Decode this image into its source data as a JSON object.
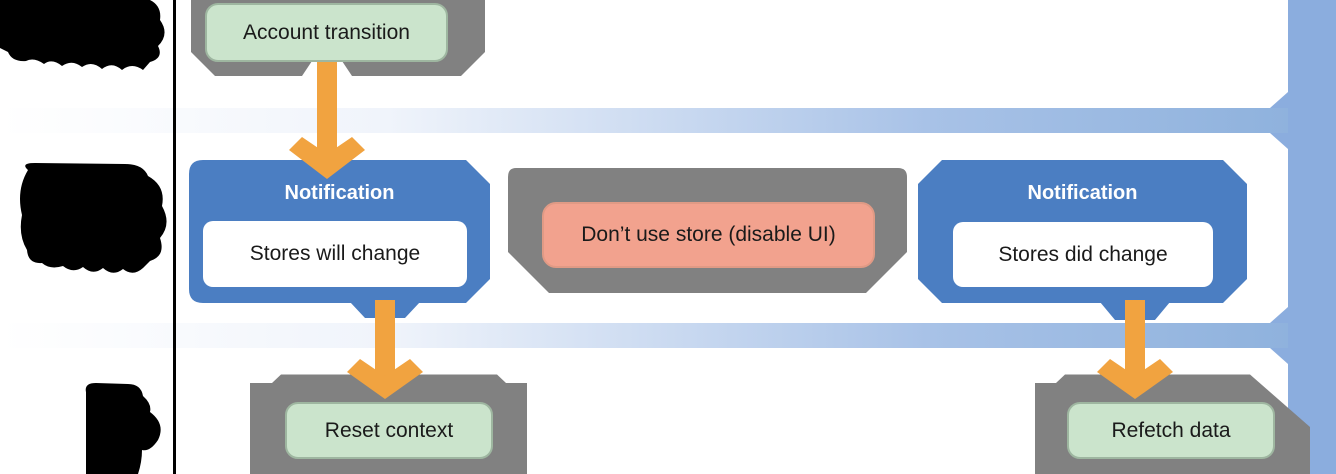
{
  "diagram": {
    "nodes": {
      "account_transition": {
        "label": "Account transition"
      },
      "notification_left": {
        "title": "Notification",
        "body": "Stores will change"
      },
      "dont_use_store": {
        "label": "Don’t use store (disable UI)"
      },
      "notification_right": {
        "title": "Notification",
        "body": "Stores did change"
      },
      "reset_context": {
        "label": "Reset context"
      },
      "refetch_data": {
        "label": "Refetch data"
      }
    },
    "colors": {
      "container_gray": "#818181",
      "node_green": "#cbe4cc",
      "node_salmon": "#f2a28e",
      "notification_blue": "#4b7ec2",
      "arrow_orange": "#f1a340",
      "timeline_bar_blue": "#8badde",
      "band_gradient_end": "#8fb2dd",
      "redacted_black": "#000000"
    }
  }
}
